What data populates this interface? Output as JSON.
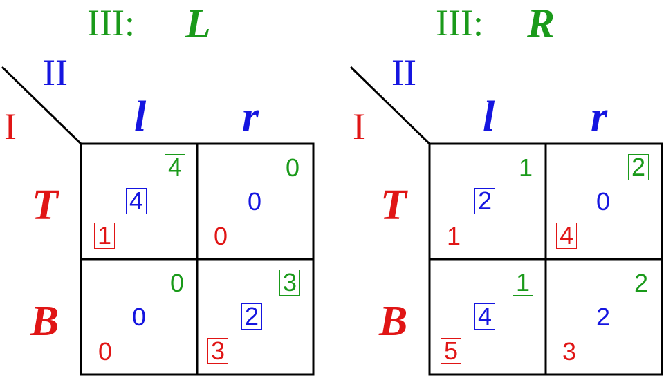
{
  "games": [
    {
      "title_prefix": "III:",
      "title_move": "L",
      "player2": "II",
      "player1": "I",
      "col_labels": [
        "l",
        "r"
      ],
      "row_labels": [
        "T",
        "B"
      ],
      "cells": {
        "T_l": {
          "p1": "1",
          "p2": "4",
          "p3": "4",
          "boxed": [
            true,
            true,
            true
          ]
        },
        "T_r": {
          "p1": "0",
          "p2": "0",
          "p3": "0",
          "boxed": [
            false,
            false,
            false
          ]
        },
        "B_l": {
          "p1": "0",
          "p2": "0",
          "p3": "0",
          "boxed": [
            false,
            false,
            false
          ]
        },
        "B_r": {
          "p1": "3",
          "p2": "2",
          "p3": "3",
          "boxed": [
            true,
            true,
            true
          ]
        }
      }
    },
    {
      "title_prefix": "III:",
      "title_move": "R",
      "player2": "II",
      "player1": "I",
      "col_labels": [
        "l",
        "r"
      ],
      "row_labels": [
        "T",
        "B"
      ],
      "cells": {
        "T_l": {
          "p1": "1",
          "p2": "2",
          "p3": "1",
          "boxed": [
            false,
            true,
            false
          ]
        },
        "T_r": {
          "p1": "4",
          "p2": "0",
          "p3": "2",
          "boxed": [
            true,
            false,
            true
          ]
        },
        "B_l": {
          "p1": "5",
          "p2": "4",
          "p3": "1",
          "boxed": [
            true,
            true,
            true
          ]
        },
        "B_r": {
          "p1": "3",
          "p2": "2",
          "p3": "2",
          "boxed": [
            false,
            false,
            false
          ]
        }
      }
    }
  ],
  "colors": {
    "player1": "#e01515",
    "player2": "#1515e0",
    "player3": "#1a9a1a"
  }
}
